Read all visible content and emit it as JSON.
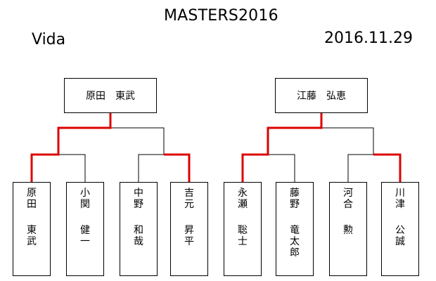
{
  "header": {
    "title": "MASTERS2016",
    "venue": "Vida",
    "date": "2016.11.29"
  },
  "colors": {
    "line": "#000000",
    "winner_path": "#dd0000"
  },
  "brackets": [
    {
      "winner": "原田　東武",
      "players": [
        {
          "family": "原田",
          "given": "東武",
          "path": "winner"
        },
        {
          "family": "小関",
          "given": "健一",
          "path": "loser"
        },
        {
          "family": "中野",
          "given": "和哉",
          "path": "loser"
        },
        {
          "family": "吉元",
          "given": "昇平",
          "path": "winner"
        }
      ],
      "semifinal_winner": "left"
    },
    {
      "winner": "江藤　弘恵",
      "players": [
        {
          "family": "永瀬",
          "given": "聡士",
          "path": "winner"
        },
        {
          "family": "藤野",
          "given": "竜太郎",
          "path": "loser"
        },
        {
          "family": "河合",
          "given": "勲",
          "path": "loser"
        },
        {
          "family": "川津",
          "given": "公誠",
          "path": "winner"
        }
      ],
      "semifinal_winner": "left"
    }
  ]
}
